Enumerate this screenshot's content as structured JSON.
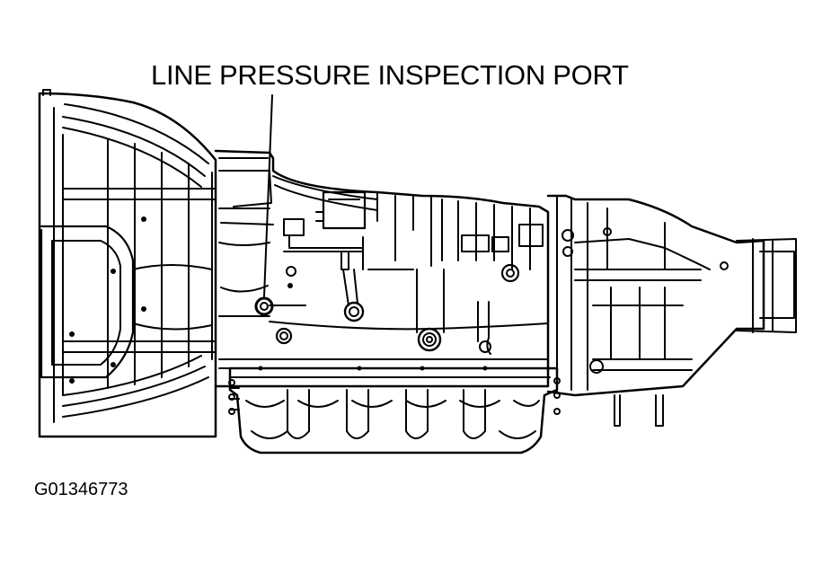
{
  "diagram": {
    "callout_label": "LINE PRESSURE INSPECTION PORT",
    "figure_id": "G01346773"
  },
  "colors": {
    "line": "#000000",
    "background": "#ffffff"
  },
  "icons": [
    "transmission-illustration",
    "inspection-port-icon",
    "leader-line"
  ]
}
